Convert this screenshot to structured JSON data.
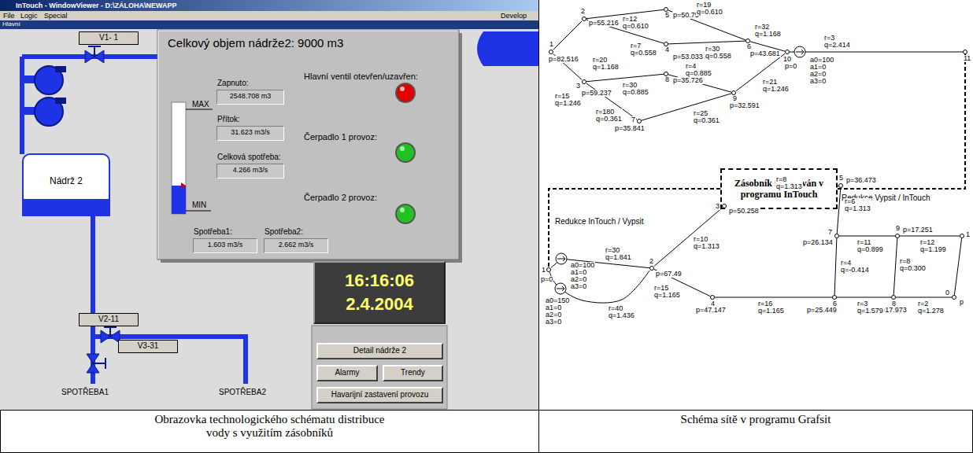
{
  "diagram": {
    "nodes": [
      {
        "text": [
          "InTouch - WindowViewer - D:\\ZÁLOHA\\NEWAPP"
        ]
      },
      {
        "text": [
          "File",
          "Logic",
          "Special",
          "Develop"
        ]
      },
      {
        "text": [
          "Hlavní"
        ]
      },
      {
        "text": [
          "V1- 1"
        ]
      },
      {
        "text": [
          "Celkový objem nádrže2: 9000 m3"
        ]
      },
      {
        "text": [
          "Zapnuto:",
          "2548.708 m3"
        ],
        "in": 4
      },
      {
        "text": [
          "Přítok:",
          "31.623 m3/s"
        ],
        "in": 4
      },
      {
        "text": [
          "Celková spotřeba:",
          "4.266 m3/s"
        ],
        "in": 4
      },
      {
        "text": [
          "Spotřeba1:",
          "1.603 m3/s"
        ],
        "in": 4
      },
      {
        "text": [
          "Spotřeba2:",
          "2.662 m3/s"
        ],
        "in": 4
      },
      {
        "text": [
          "Nádrž 2"
        ]
      },
      {
        "text": [
          "16:16:06",
          "2.4.2004"
        ]
      },
      {
        "text": [
          "Detail nádrže 2"
        ]
      },
      {
        "text": [
          "Alarmy"
        ]
      },
      {
        "text": [
          "Trendy"
        ]
      },
      {
        "text": [
          "Havarijní zastavení provozu"
        ]
      },
      {
        "text": [
          "V2-11"
        ]
      },
      {
        "text": [
          "V3-31"
        ]
      },
      {
        "text": [
          "1",
          "p=82.516"
        ]
      },
      {
        "text": [
          "2",
          "p=55.216"
        ]
      },
      {
        "text": [
          "3",
          "p=59.237"
        ]
      },
      {
        "text": [
          "5",
          "p=50.75"
        ]
      },
      {
        "text": [
          "4",
          "p=53.033"
        ]
      },
      {
        "text": [
          "8",
          "p=35.726"
        ]
      },
      {
        "text": [
          "7",
          "p=35.841"
        ]
      },
      {
        "text": [
          "6",
          "p=43.681"
        ]
      },
      {
        "text": [
          "9",
          "p=32.591"
        ]
      },
      {
        "text": [
          "10",
          "p=0"
        ]
      },
      {
        "text": [
          "11"
        ]
      },
      {
        "text": [
          "Zásobník realizován v programu InTouch"
        ]
      },
      {
        "text": [
          "1",
          "p=0"
        ]
      },
      {
        "text": [
          "2",
          "p=67.49"
        ]
      },
      {
        "text": [
          "3",
          "p=50.258"
        ]
      },
      {
        "text": [
          "4",
          "p=47.147"
        ]
      },
      {
        "text": [
          "5",
          "p=36.473"
        ]
      },
      {
        "text": [
          "7",
          "p=26.134"
        ]
      },
      {
        "text": [
          "6",
          "p=25.449"
        ]
      },
      {
        "text": [
          "9",
          "p=17.251"
        ]
      },
      {
        "text": [
          "8",
          "p=17.973"
        ]
      },
      {
        "text": [
          "1"
        ]
      },
      {
        "text": [
          "0",
          "p"
        ]
      }
    ],
    "edges": [
      {
        "from": 18,
        "to": 19,
        "arrow": "none",
        "label": "r=20 q=1.168"
      },
      {
        "from": 18,
        "to": 20,
        "arrow": "none",
        "label": "r=15 q=1.246"
      },
      {
        "from": 19,
        "to": 21,
        "arrow": "none",
        "label": "r=12 q=0.610"
      },
      {
        "from": 19,
        "to": 22,
        "arrow": "none",
        "label": "r=7 q=0.558"
      },
      {
        "from": 21,
        "to": 25,
        "arrow": "none",
        "label": "r=19 q=0.610"
      },
      {
        "from": 22,
        "to": 25,
        "arrow": "none",
        "label": "r=30 q=0.558"
      },
      {
        "from": 20,
        "to": 23,
        "arrow": "none",
        "label": "r=30 q=0.885"
      },
      {
        "from": 23,
        "to": 26,
        "arrow": "none",
        "label": "r=4 q=0.885"
      },
      {
        "from": 20,
        "to": 24,
        "arrow": "none",
        "label": "r=180 q=0.361"
      },
      {
        "from": 24,
        "to": 26,
        "arrow": "none",
        "label": "r=25 q=0.361"
      },
      {
        "from": 25,
        "to": 27,
        "arrow": "none",
        "label": "r=32 q=1.168"
      },
      {
        "from": 26,
        "to": 27,
        "arrow": "none",
        "label": "r=21 q=1.246"
      },
      {
        "from": 27,
        "to": 28,
        "arrow": "none",
        "label": "r=3 q=2.414"
      },
      {
        "from": 28,
        "to": 29,
        "arrow": "none",
        "label": "Redukce Vypsit / InTouch"
      },
      {
        "from": 29,
        "to": 30,
        "arrow": "none",
        "label": "Redukce InTouch / Vypsit"
      },
      {
        "from": 30,
        "to": 31,
        "arrow": "none",
        "label": "r=30 q=1.841"
      },
      {
        "from": 30,
        "to": 31,
        "arrow": "none",
        "label": "r=40 q=1.436"
      },
      {
        "from": 31,
        "to": 32,
        "arrow": "none",
        "label": "r=10 q=1.313"
      },
      {
        "from": 32,
        "to": 34,
        "arrow": "none",
        "label": "r=8 q=1.313"
      },
      {
        "from": 34,
        "to": 35,
        "arrow": "none",
        "label": "r=6 q=1.313"
      },
      {
        "from": 31,
        "to": 33,
        "arrow": "none",
        "label": "r=15 q=1.165"
      },
      {
        "from": 33,
        "to": 36,
        "arrow": "none",
        "label": "r=16 q=1.165"
      },
      {
        "from": 36,
        "to": 35,
        "arrow": "none",
        "label": "r=4 q=-0.414"
      },
      {
        "from": 36,
        "to": 38,
        "arrow": "none",
        "label": "r=3 q=1.579"
      },
      {
        "from": 35,
        "to": 37,
        "arrow": "none",
        "label": "r=11 q=0.899"
      },
      {
        "from": 38,
        "to": 37,
        "arrow": "none",
        "label": "r=8 q=0.300"
      },
      {
        "from": 37,
        "to": 39,
        "arrow": "none",
        "label": "r=12 q=1.199"
      },
      {
        "from": 38,
        "to": 40,
        "arrow": "none",
        "label": "r=2 q=1.278"
      },
      {
        "from": 39,
        "to": 40,
        "arrow": "none"
      }
    ],
    "labels": [
      "MAX",
      "MIN",
      "Hlavní ventil otevřen/uzavřen:",
      "Čerpadlo 1 provoz:",
      "Čerpadlo 2 provoz:",
      "SPOTŘEBA1",
      "SPOTŘEBA2",
      "a0=100",
      "a1=0",
      "a2=0",
      "a3=0",
      "a0=100",
      "a1=0",
      "a2=0",
      "a3=0",
      "a0=150",
      "a1=0",
      "a2=0",
      "a3=0",
      "Obrazovka technologického schématu distribuce vody s využitím zásobníků",
      "Schéma sítě v programu Grafsit"
    ]
  }
}
